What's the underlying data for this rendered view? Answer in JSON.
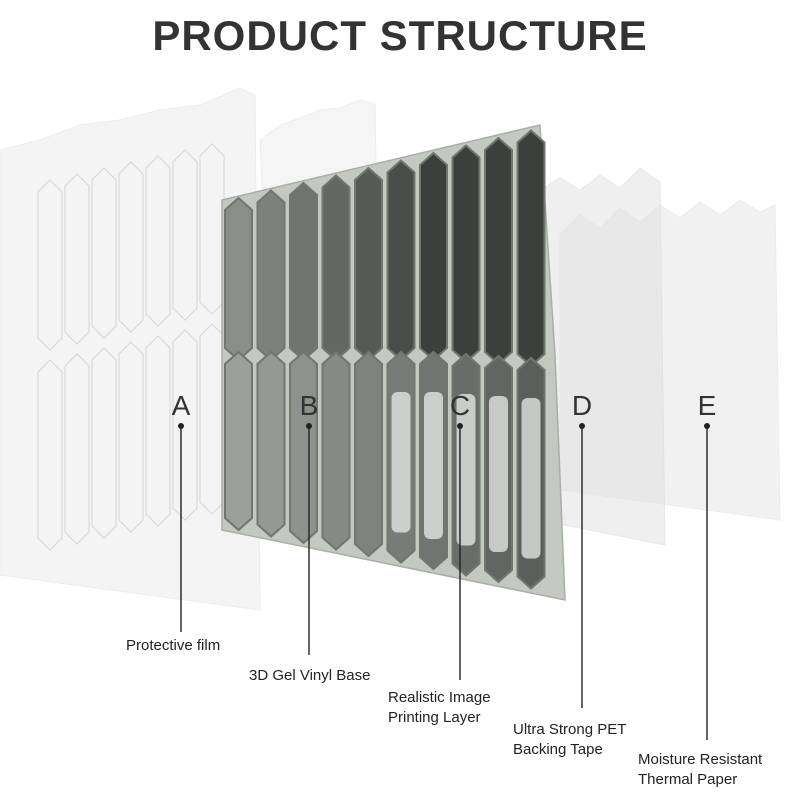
{
  "title": "PRODUCT STRUCTURE",
  "layers": [
    {
      "letter": "A",
      "caption": [
        "Protective film"
      ]
    },
    {
      "letter": "B",
      "caption": [
        "3D Gel Vinyl Base"
      ]
    },
    {
      "letter": "C",
      "caption": [
        "Realistic Image",
        "Printing Layer"
      ]
    },
    {
      "letter": "D",
      "caption": [
        "Ultra Strong PET",
        "Backing Tape"
      ]
    },
    {
      "letter": "E",
      "caption": [
        "Moisture Resistant",
        "Thermal Paper"
      ]
    }
  ],
  "colors": {
    "text": "#333333",
    "tile_light": "#8a8e8b",
    "tile_dark": "#3c403d",
    "tile_edge": "#6f776f",
    "frame": "#b9c0b6"
  }
}
